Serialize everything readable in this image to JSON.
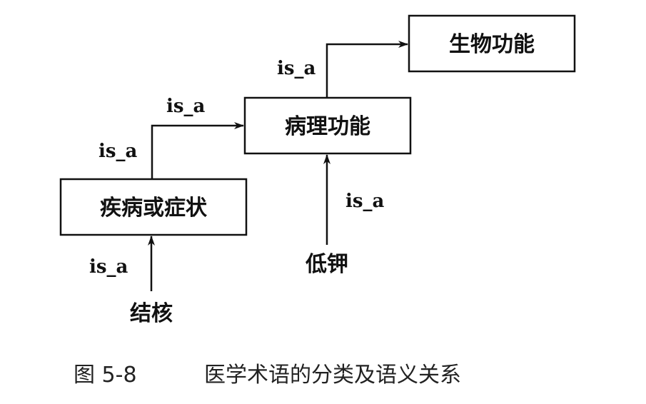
{
  "diagram": {
    "nodes": {
      "biological_function": "生物功能",
      "pathologic_function": "病理功能",
      "disease_or_symptom": "疾病或症状",
      "tuberculosis": "结核",
      "hypokalemia": "低钾"
    },
    "edges": {
      "pathologic_to_biological": "is_a",
      "disease_to_pathologic_upper": "is_a",
      "disease_to_pathologic_lower": "is_a",
      "hypokalemia_to_pathologic": "is_a",
      "tuberculosis_to_disease": "is_a"
    },
    "caption": {
      "number": "图 5-8",
      "text": "医学术语的分类及语义关系"
    }
  }
}
